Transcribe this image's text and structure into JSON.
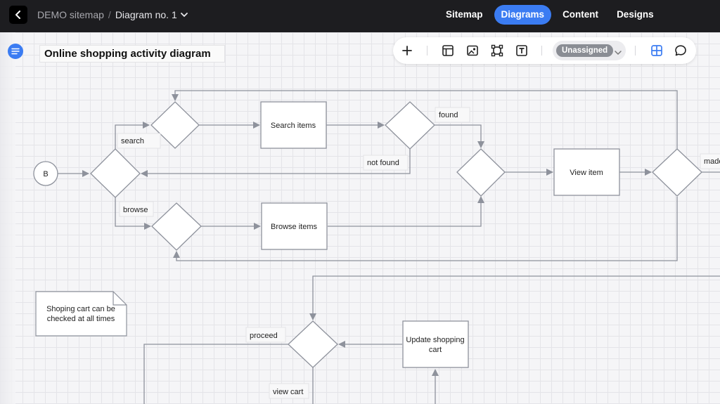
{
  "header": {
    "project": "DEMO sitemap",
    "separator": "/",
    "diagram_name": "Diagram no. 1",
    "tabs": [
      {
        "label": "Sitemap"
      },
      {
        "label": "Diagrams",
        "active": true
      },
      {
        "label": "Content"
      },
      {
        "label": "Designs"
      }
    ]
  },
  "canvas": {
    "title": "Online shopping activity diagram"
  },
  "toolbar": {
    "assignee": "Unassigned",
    "icons": [
      "plus-icon",
      "layout-icon",
      "image-icon",
      "frame-icon",
      "text-icon",
      "chevron-down-icon",
      "grid-view-icon",
      "comment-icon"
    ]
  },
  "diagram": {
    "start": "B",
    "nodes": {
      "search_items": "Search items",
      "browse_items": "Browse items",
      "view_item": "View item",
      "update_cart_line1": "Update shopping",
      "update_cart_line2": "cart"
    },
    "edges": {
      "search": "search",
      "browse": "browse",
      "found": "found",
      "not_found": "not found",
      "made": "made",
      "proceed": "proceed",
      "view_cart": "view cart"
    },
    "note_line1": "Shoping cart can be",
    "note_line2": "checked at all times"
  },
  "colors": {
    "accent": "#3b7cf2",
    "topbar": "#1d1d20",
    "stroke": "#8e929c"
  }
}
